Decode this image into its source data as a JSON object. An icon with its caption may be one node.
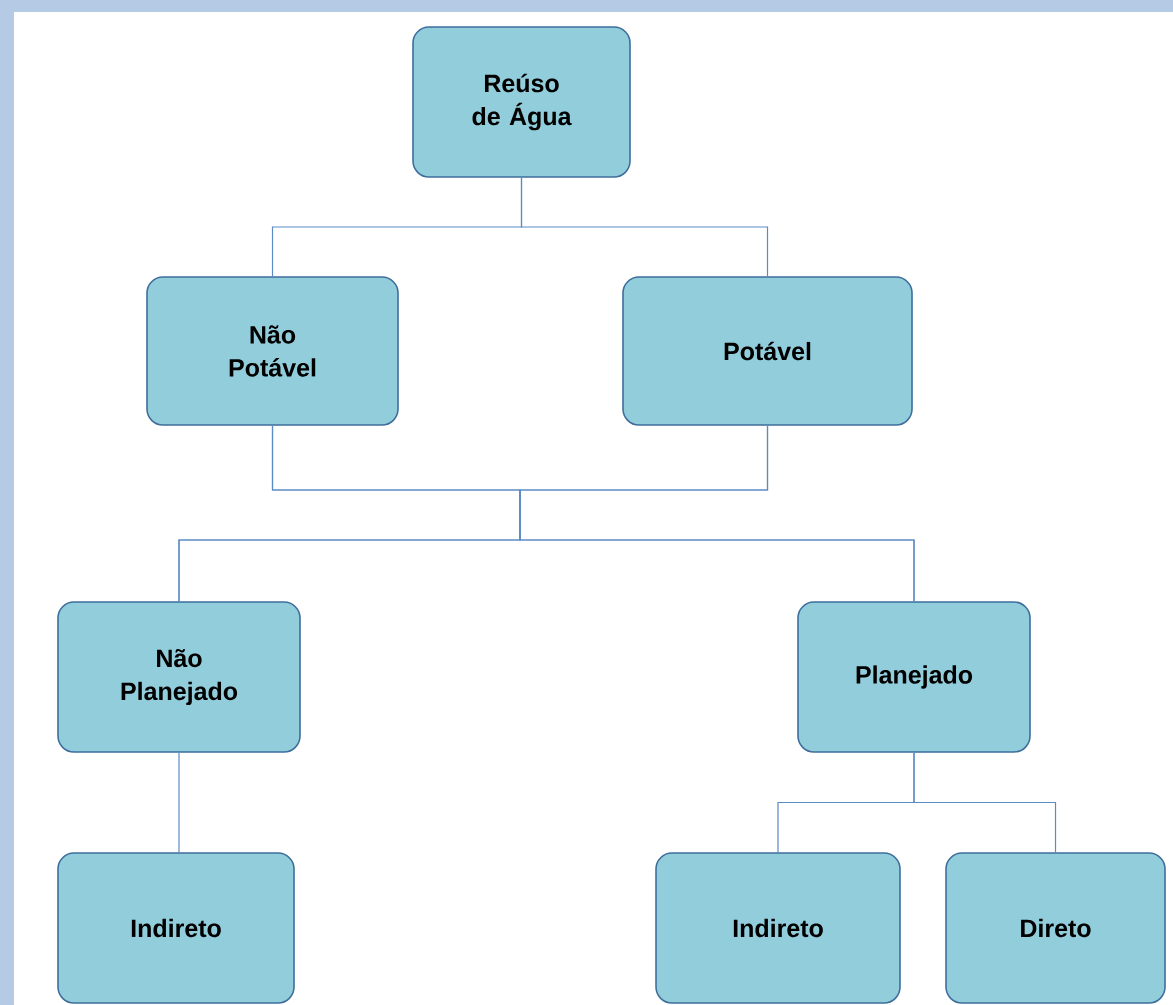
{
  "diagram": {
    "nodes": [
      {
        "text": [
          "Reúso de Água"
        ]
      },
      {
        "text": [
          "Não Potável"
        ]
      },
      {
        "text": [
          "Potável"
        ]
      },
      {
        "text": [
          "Não Planejado"
        ]
      },
      {
        "text": [
          "Planejado"
        ]
      },
      {
        "text": [
          "Indireto"
        ]
      },
      {
        "text": [
          "Indireto"
        ]
      },
      {
        "text": [
          "Direto"
        ]
      }
    ],
    "edges": [
      {
        "from": 0,
        "to": 1,
        "arrow": "none"
      },
      {
        "from": 0,
        "to": 2,
        "arrow": "none"
      },
      {
        "from": 1,
        "to": 3,
        "arrow": "none"
      },
      {
        "from": 1,
        "to": 4,
        "arrow": "none"
      },
      {
        "from": 2,
        "to": 3,
        "arrow": "none"
      },
      {
        "from": 2,
        "to": 4,
        "arrow": "none"
      },
      {
        "from": 3,
        "to": 5,
        "arrow": "none"
      },
      {
        "from": 4,
        "to": 6,
        "arrow": "none"
      },
      {
        "from": 4,
        "to": 7,
        "arrow": "none"
      }
    ]
  }
}
